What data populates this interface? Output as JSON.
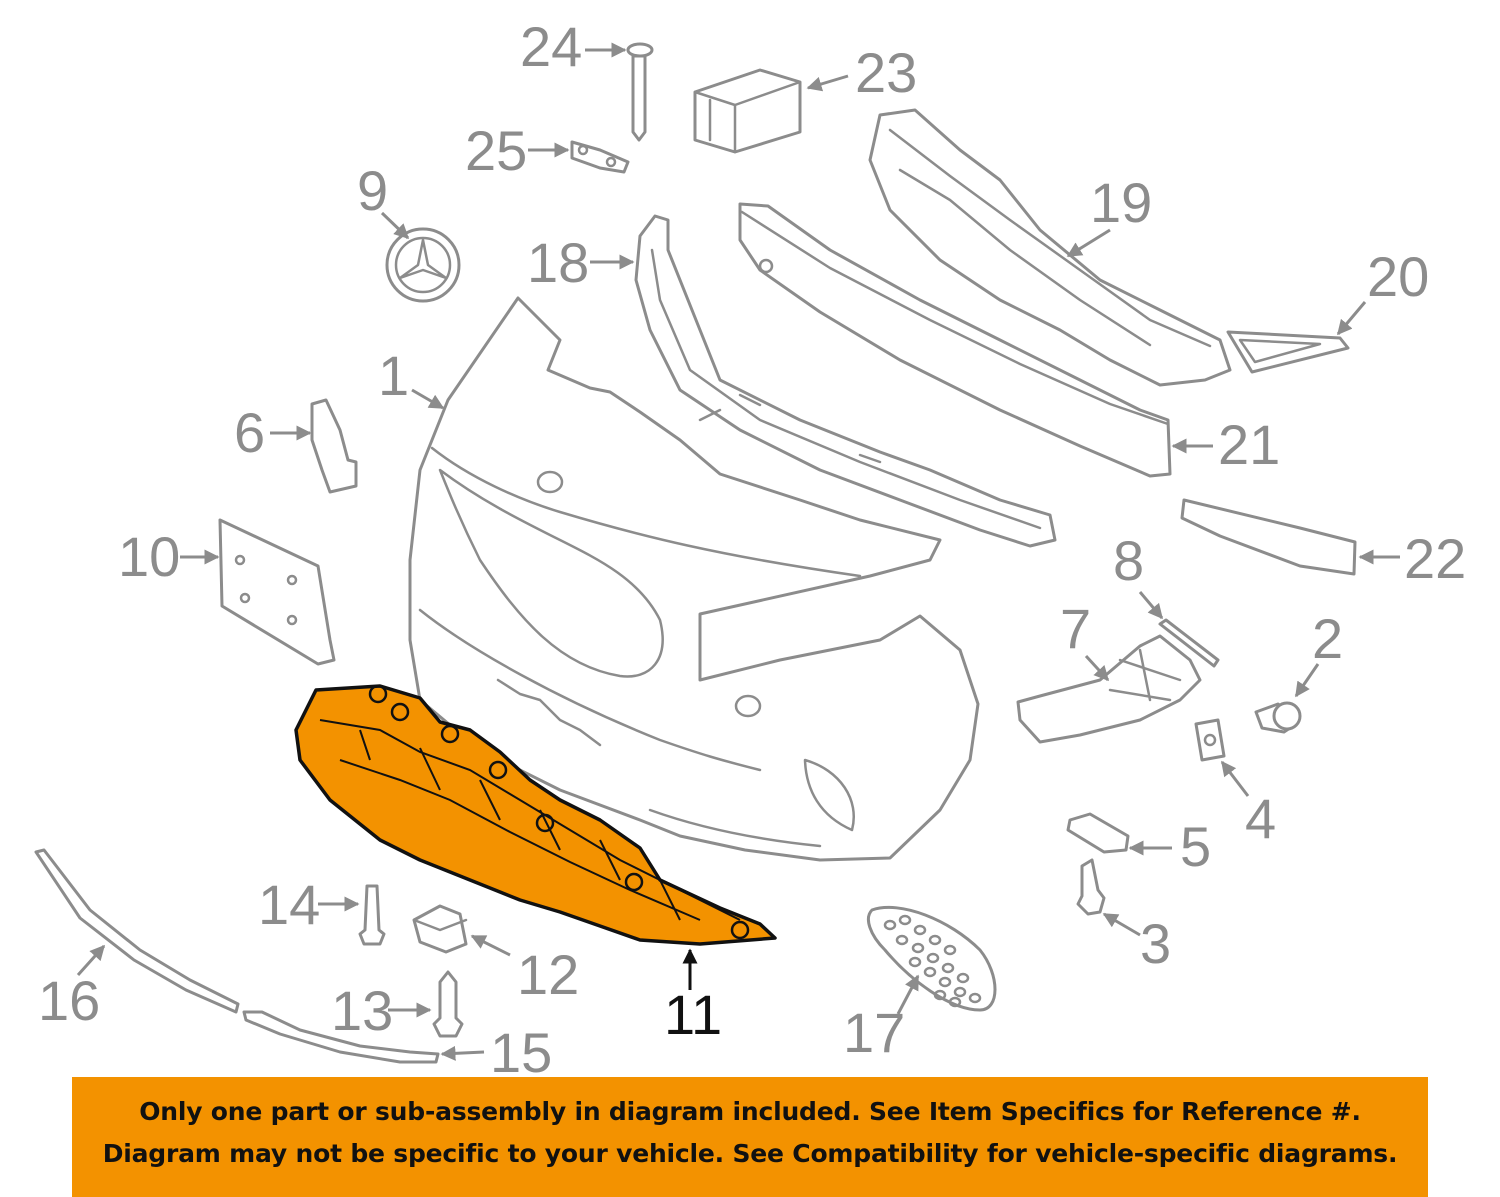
{
  "colors": {
    "line_gray": "#8c8c8c",
    "highlight_fill": "#f39200",
    "highlight_label": "#111111",
    "banner_bg": "#f39200",
    "banner_text": "#111111"
  },
  "callouts": [
    {
      "id": "c1",
      "label": "1"
    },
    {
      "id": "c2",
      "label": "2"
    },
    {
      "id": "c3",
      "label": "3"
    },
    {
      "id": "c4",
      "label": "4"
    },
    {
      "id": "c5",
      "label": "5"
    },
    {
      "id": "c6",
      "label": "6"
    },
    {
      "id": "c7",
      "label": "7"
    },
    {
      "id": "c8",
      "label": "8"
    },
    {
      "id": "c9",
      "label": "9"
    },
    {
      "id": "c10",
      "label": "10"
    },
    {
      "id": "c11",
      "label": "11",
      "highlighted": true
    },
    {
      "id": "c12",
      "label": "12"
    },
    {
      "id": "c13",
      "label": "13"
    },
    {
      "id": "c14",
      "label": "14"
    },
    {
      "id": "c15",
      "label": "15"
    },
    {
      "id": "c16",
      "label": "16"
    },
    {
      "id": "c17",
      "label": "17"
    },
    {
      "id": "c18",
      "label": "18"
    },
    {
      "id": "c19",
      "label": "19"
    },
    {
      "id": "c20",
      "label": "20"
    },
    {
      "id": "c21",
      "label": "21"
    },
    {
      "id": "c22",
      "label": "22"
    },
    {
      "id": "c23",
      "label": "23"
    },
    {
      "id": "c24",
      "label": "24"
    },
    {
      "id": "c25",
      "label": "25"
    }
  ],
  "banner": {
    "line1": "Only one part or sub-assembly in diagram included. See Item Specifics for Reference #.",
    "line2": "Diagram may not be specific to your vehicle. See Compatibility for vehicle-specific diagrams."
  }
}
